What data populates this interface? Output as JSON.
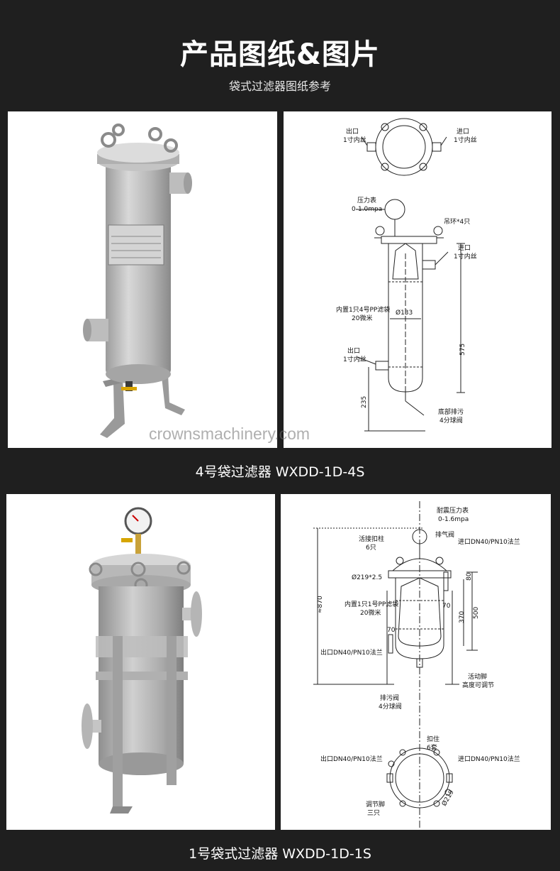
{
  "header": {
    "title": "产品图纸&图片",
    "subtitle": "袋式过滤器图纸参考"
  },
  "section1": {
    "caption": "4号袋过滤器 WXDD-1D-4S",
    "watermark": "crownsmachinery.com",
    "drawing": {
      "outlet_top": "出口",
      "outlet_top_thread": "1寸内丝",
      "inlet_top": "进口",
      "inlet_top_thread": "1寸内丝",
      "gauge": "压力表",
      "gauge_range": "0-1.0mpa",
      "lifting_ring": "吊环*4只",
      "inlet": "进口",
      "inlet_thread": "1寸内丝",
      "bag": "内置1只4号PP滤袋",
      "bag_micron": "20微米",
      "diameter": "Ø133",
      "outlet": "出口",
      "outlet_thread": "1寸内丝",
      "height": "575",
      "base_height": "235",
      "drain": "底部排污",
      "drain_valve": "4分球阀"
    }
  },
  "section2": {
    "caption": "1号袋式过滤器 WXDD-1D-1S",
    "drawing": {
      "gauge": "耐震压力表",
      "gauge_range": "0-1.6mpa",
      "vent": "排气阀",
      "bolts": "活接扣柱",
      "bolts_count": "6只",
      "inlet": "进口DN40/PN10法兰",
      "shell": "Ø219*2.5",
      "dim_80": "80",
      "bag": "内置1只1号PP滤袋",
      "bag_micron": "20微米",
      "dim_70a": "70",
      "dim_370": "370",
      "dim_500": "500",
      "dim_70b": "70",
      "total_height": "≈870",
      "outlet": "出口DN40/PN10法兰",
      "legs": "活动脚",
      "legs_note": "高度可调节",
      "drain": "排污阀",
      "drain_valve": "4分球阀",
      "clamp": "扣住",
      "clamp_count": "6套",
      "bottom_outlet": "出口DN40/PN10法兰",
      "bottom_inlet": "进口DN40/PN10法兰",
      "bottom_diameter": "Ø219",
      "adjust_feet": "调节脚",
      "adjust_feet_count": "三只"
    }
  }
}
